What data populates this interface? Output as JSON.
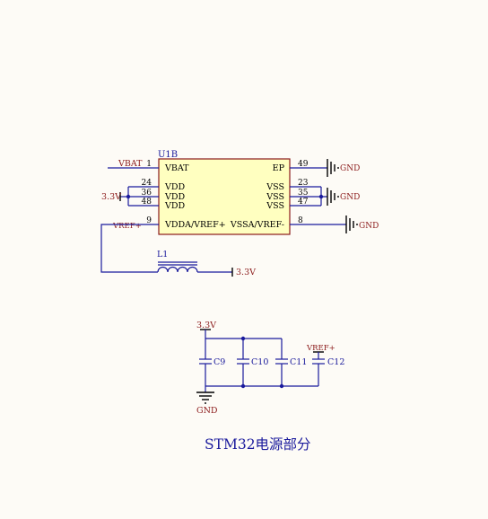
{
  "colors": {
    "background": "#fdfbf6",
    "wire": "#1a1a9c",
    "symbol": "#000000",
    "net_label": "#8b1a1a",
    "pin_text": "#000000",
    "designator": "#1a1a9c",
    "chip_fill": "#ffffc0",
    "chip_border": "#8b1a1a",
    "title": "#1a1a9c"
  },
  "chip": {
    "designator": "U1B",
    "pins_left": [
      {
        "number": "1",
        "name": "VBAT"
      },
      {
        "number": "24",
        "name": "VDD"
      },
      {
        "number": "36",
        "name": "VDD"
      },
      {
        "number": "48",
        "name": "VDD"
      },
      {
        "number": "9",
        "name": "VDDA/VREF+"
      }
    ],
    "pins_right": [
      {
        "number": "49",
        "name": "EP"
      },
      {
        "number": "23",
        "name": "VSS"
      },
      {
        "number": "35",
        "name": "VSS"
      },
      {
        "number": "47",
        "name": "VSS"
      },
      {
        "number": "8",
        "name": "VSSA/VREF-"
      }
    ]
  },
  "nets": {
    "vbat": "VBAT",
    "v33_left": "3.3V",
    "vref_plus": "VREF+",
    "gnd_ep": "GND",
    "gnd_vss": "GND",
    "gnd_vssa": "GND",
    "v33_inductor": "3.3V",
    "v33_caps": "3.3V",
    "gnd_caps": "GND",
    "vref_caps": "VREF+"
  },
  "inductor": {
    "designator": "L1"
  },
  "capacitors": [
    {
      "designator": "C9"
    },
    {
      "designator": "C10"
    },
    {
      "designator": "C11"
    },
    {
      "designator": "C12"
    }
  ],
  "title": "STM32电源部分"
}
